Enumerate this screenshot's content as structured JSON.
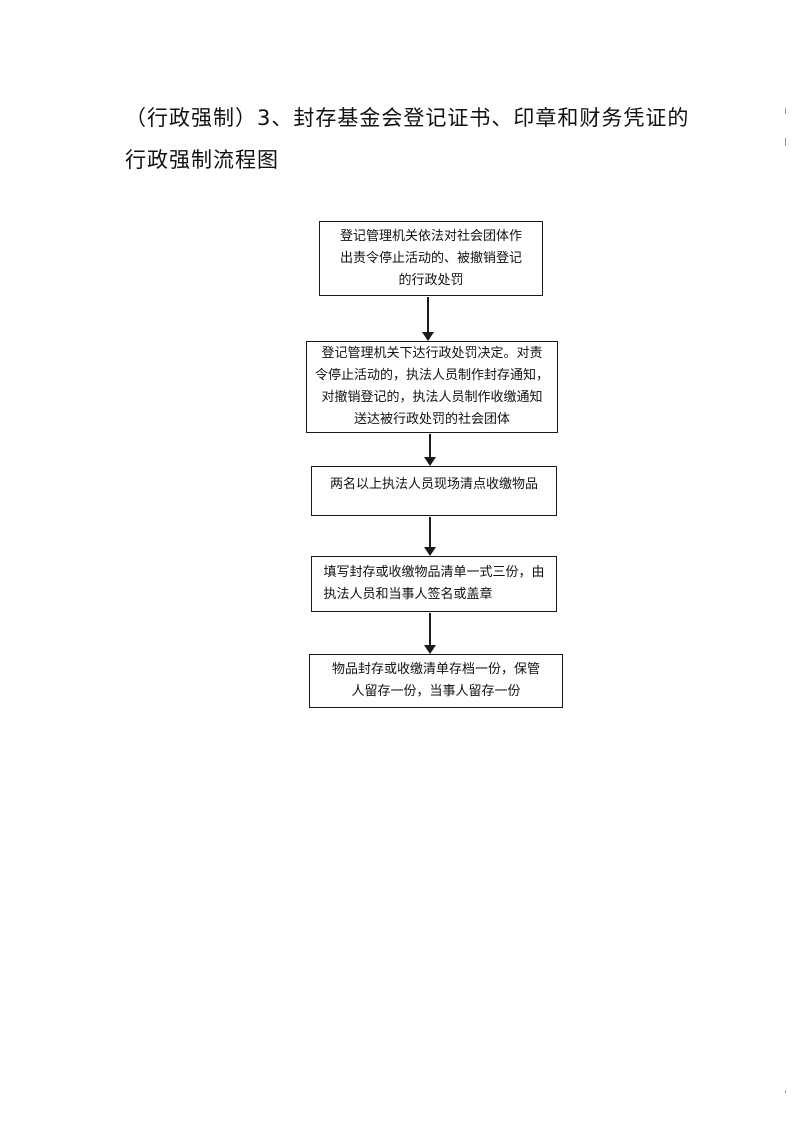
{
  "document": {
    "title_line_1": "（行政强制）3、封存基金会登记证书、印章和财务凭证的",
    "title_line_2": "行政强制流程图"
  },
  "flowchart": {
    "steps": [
      {
        "lines": [
          "登记管理机关依法对社会团体作",
          "出责令停止活动的、被撤销登记",
          "的行政处罚"
        ]
      },
      {
        "lines": [
          "登记管理机关下达行政处罚决定。对责",
          "令停止活动的，执法人员制作封存通知，",
          "对撤销登记的，执法人员制作收缴通知",
          "送达被行政处罚的社会团体"
        ]
      },
      {
        "lines": [
          "两名以上执法人员现场清点收缴物品"
        ]
      },
      {
        "lines": [
          "填写封存或收缴物品清单一式三份，由",
          "执法人员和当事人签名或盖章"
        ]
      },
      {
        "lines": [
          "物品封存或收缴清单存档一份，保管",
          "人留存一份，当事人留存一份"
        ]
      }
    ]
  }
}
